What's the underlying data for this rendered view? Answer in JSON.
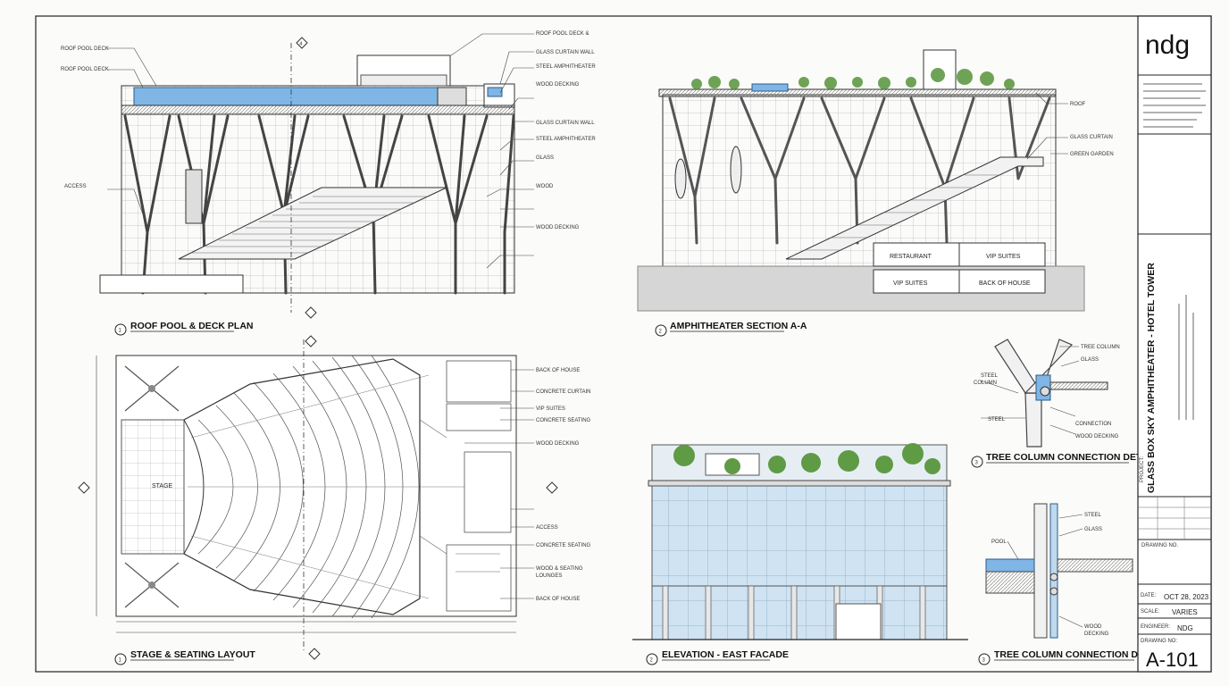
{
  "title_block": {
    "logo": "ndg",
    "project_label": "PROJECT:",
    "project_name": "GLASS BOX SKY AMPHITHEATER - HOTEL TOWER",
    "drawing_no_label": "DRAWING NO.",
    "date_label": "DATE:",
    "date_value": "OCT 28, 2023",
    "scale_label": "SCALE:",
    "scale_value": "VARIES",
    "engineer_label": "ENGINEER:",
    "engineer_value": "NDG",
    "drawing_no_label2": "DRAWING NO:",
    "drawing_number": "A-101"
  },
  "views": {
    "v1": {
      "num": "1",
      "title": "ROOF POOL & DECK PLAN"
    },
    "v2": {
      "num": "2",
      "title": "AMPHITHEATER SECTION A-A"
    },
    "v3": {
      "num": "3",
      "title": "TREE COLUMN CONNECTION DETAIL"
    },
    "v4": {
      "num": "1",
      "title": "STAGE & SEATING LAYOUT"
    },
    "v5": {
      "num": "2",
      "title": "ELEVATION - EAST FACADE"
    },
    "v6": {
      "num": "3",
      "title": "TREE COLUMN CONNECTION DETAIL"
    }
  },
  "v1_labels": {
    "l_left1": "ROOF POOL DECK",
    "l_left2": "ROOF POOL DECK",
    "l_left3": "ACCESS",
    "r1": "ROOF POOL DECK &",
    "r2": "GLASS CURTAIN WALL",
    "r3": "STEEL AMPHITHEATER",
    "r4": "WOOD DECKING",
    "r5": "GLASS CURTAIN WALL",
    "r6": "STEEL AMPHITHEATER",
    "r7": "GLASS",
    "r8": "WOOD",
    "r9": "WOOD DECKING"
  },
  "v2_labels": {
    "restaurant": "RESTAURANT",
    "vip1": "VIP SUITES",
    "vip2": "VIP SUITES",
    "boh": "BACK OF HOUSE",
    "r1": "ROOF",
    "r2": "GLASS CURTAIN",
    "r3": "GREEN GARDEN"
  },
  "v3_labels": {
    "tree_column": "TREE COLUMN",
    "glass": "GLASS",
    "steel1": "STEEL",
    "column": "COLUMN",
    "steel2": "STEEL",
    "connection": "CONNECTION",
    "wood_decking": "WOOD DECKING"
  },
  "v4_labels": {
    "stage": "STAGE",
    "r1": "BACK OF HOUSE",
    "r2": "CONCRETE CURTAIN",
    "r3": "VIP SUITES",
    "r4": "CONCRETE SEATING",
    "r5": "WOOD DECKING",
    "r6": "ACCESS",
    "r7": "CONCRETE SEATING",
    "r8": "WOOD & SEATING",
    "r9": "LOUNGES",
    "r10": "BACK OF HOUSE"
  },
  "v6_labels": {
    "steel": "STEEL",
    "glass": "GLASS",
    "pool": "POOL",
    "wood": "WOOD",
    "decking": "DECKING"
  },
  "colors": {
    "line": "#2b2b2b",
    "glass": "#bfd8ec",
    "water": "#7fb6e6",
    "green": "#5f9a45"
  }
}
